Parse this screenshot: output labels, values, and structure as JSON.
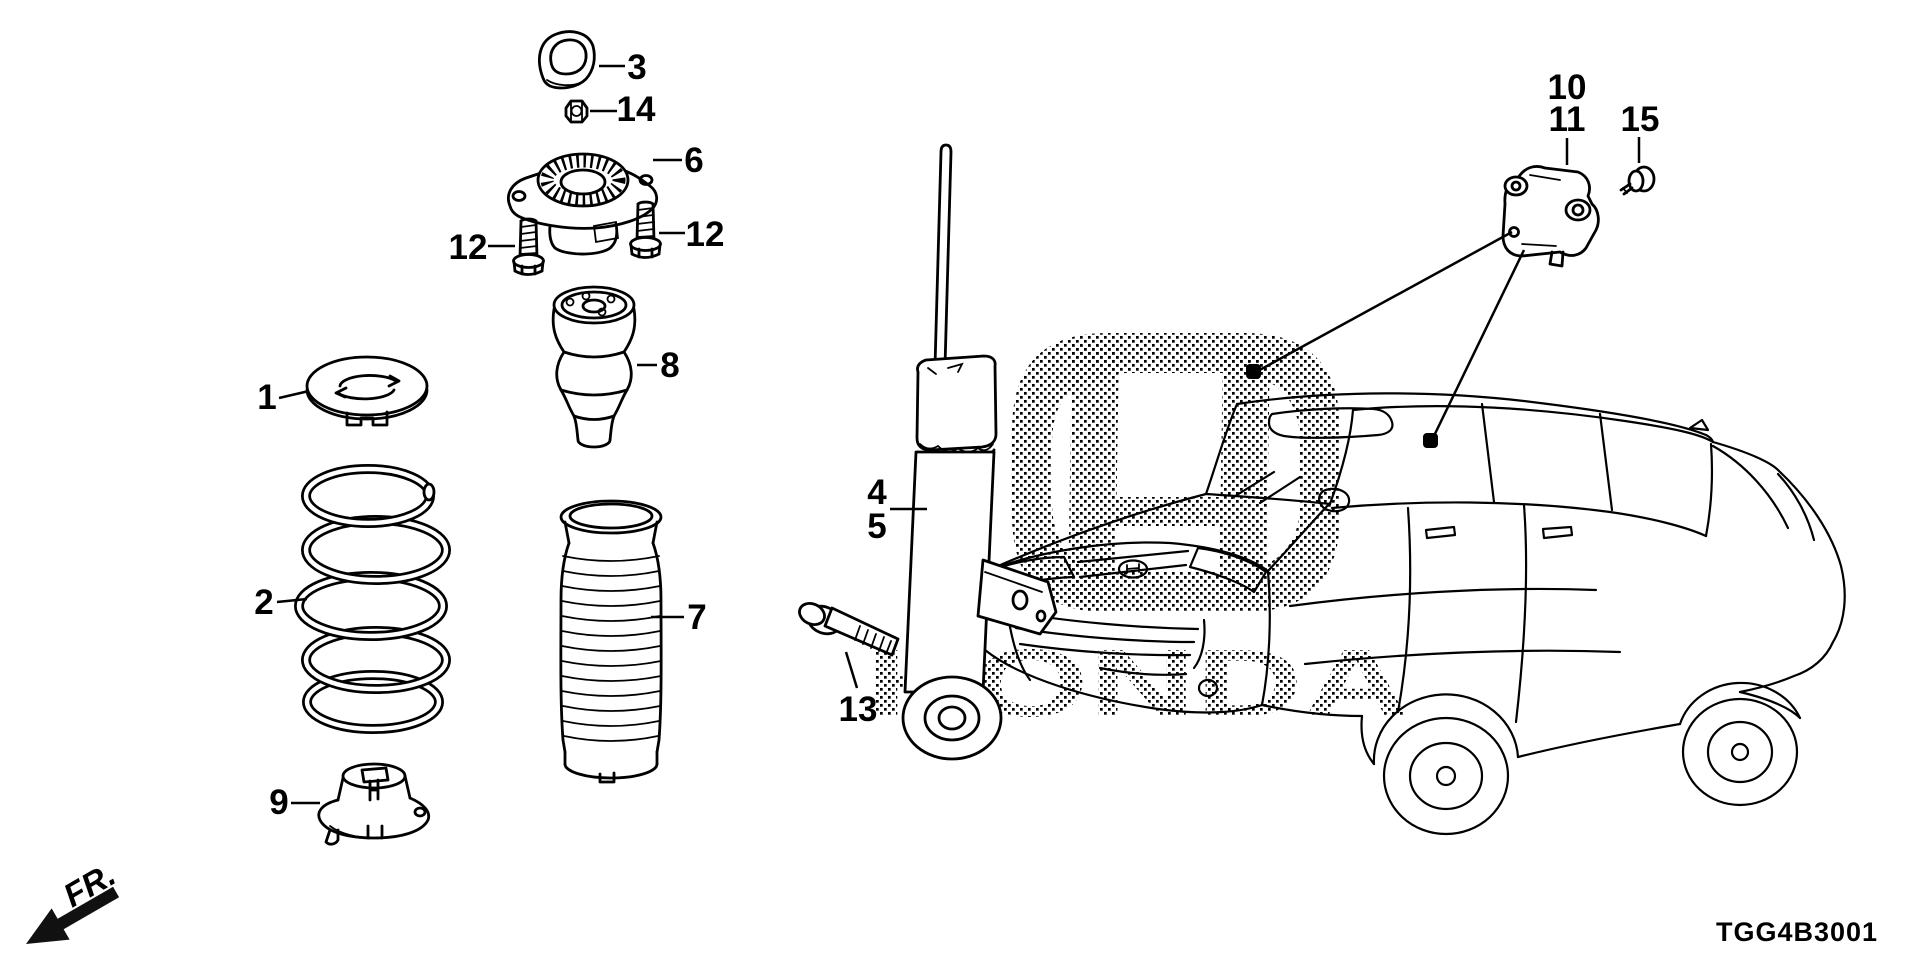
{
  "diagram": {
    "code": "TGG4B3001",
    "orientation_label": "FR.",
    "watermark_text": "HONDA",
    "line_color": "#000000",
    "background_color": "#ffffff"
  },
  "callouts": {
    "c1": "1",
    "c2": "2",
    "c3": "3",
    "c4": "4",
    "c5": "5",
    "c6": "6",
    "c7": "7",
    "c8": "8",
    "c9": "9",
    "c10": "10",
    "c11": "11",
    "c12_left": "12",
    "c12_right": "12",
    "c13": "13",
    "c14": "14",
    "c15": "15"
  }
}
